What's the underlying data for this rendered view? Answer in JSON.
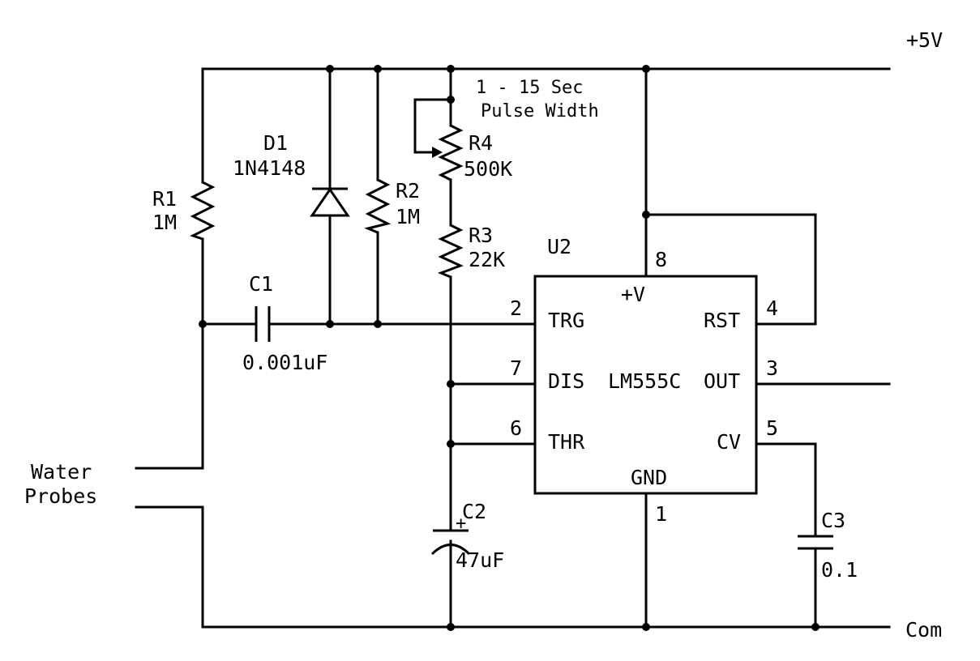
{
  "rails": {
    "supply": "+5V",
    "common": "Com"
  },
  "probes": {
    "line1": "Water",
    "line2": "Probes"
  },
  "components": {
    "r1": {
      "ref": "R1",
      "value": "1M"
    },
    "d1": {
      "ref": "D1",
      "value": "1N4148"
    },
    "r2": {
      "ref": "R2",
      "value": "1M"
    },
    "r4": {
      "ref": "R4",
      "value": "500K",
      "note_line1": "1 - 15 Sec",
      "note_line2": "Pulse Width"
    },
    "r3": {
      "ref": "R3",
      "value": "22K"
    },
    "c1": {
      "ref": "C1",
      "value": "0.001uF"
    },
    "c2": {
      "ref": "C2",
      "value": "47uF",
      "polarity": "+"
    },
    "c3": {
      "ref": "C3",
      "value": "0.1"
    }
  },
  "ic": {
    "ref": "U2",
    "part": "LM555C",
    "pins": {
      "vcc": {
        "number": "8",
        "name": "+V"
      },
      "trg": {
        "number": "2",
        "name": "TRG"
      },
      "dis": {
        "number": "7",
        "name": "DIS"
      },
      "thr": {
        "number": "6",
        "name": "THR"
      },
      "rst": {
        "number": "4",
        "name": "RST"
      },
      "out": {
        "number": "3",
        "name": "OUT"
      },
      "cv": {
        "number": "5",
        "name": "CV"
      },
      "gnd": {
        "number": "1",
        "name": "GND"
      }
    }
  }
}
